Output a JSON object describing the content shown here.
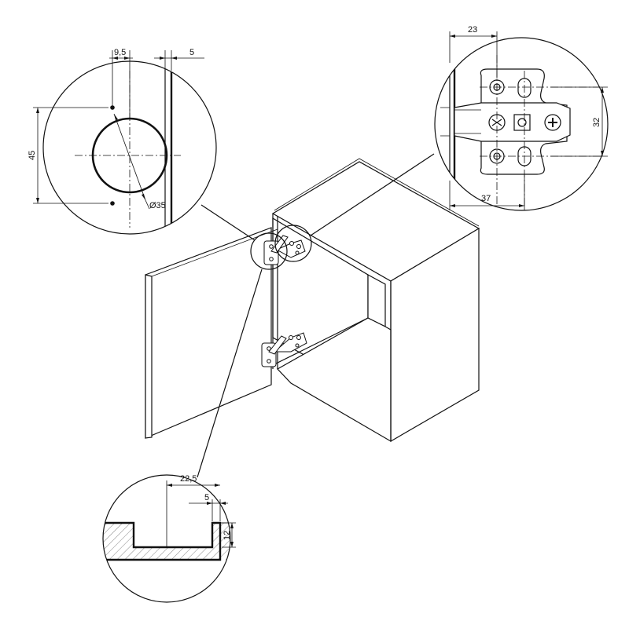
{
  "title": "",
  "details": {
    "cup_hole": {
      "edge_offset": "9,5",
      "edge_gap": "5",
      "hole_pitch": "45",
      "cup_diameter": "Ø35"
    },
    "mounting_plate": {
      "hole_offset": "23",
      "plate_offset": "37",
      "plate_pitch": "32"
    },
    "cup_section": {
      "cup_half_width": "22,5",
      "edge_gap": "5",
      "cup_depth": "12"
    }
  }
}
